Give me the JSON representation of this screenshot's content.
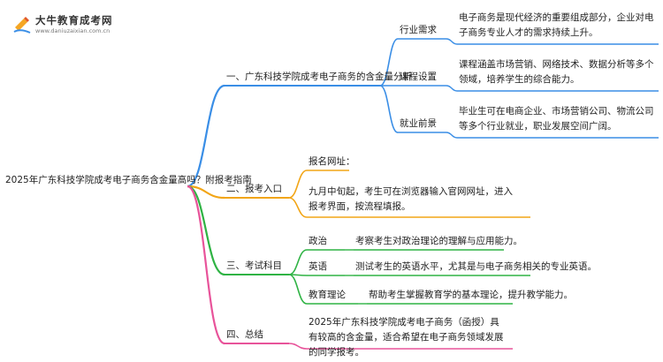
{
  "logo": {
    "name": "大牛教育成考网",
    "url": "www.daniuzaixian.com.cn"
  },
  "root": "2025年广东科技学院成考电子商务含金量高吗？附报考指南",
  "branches": [
    {
      "label": "一、广东科技学院成考电子商务的含金量分析",
      "color": "#3a8ee6",
      "children": [
        {
          "label": "行业需求",
          "desc": "电子商务是现代经济的重要组成部分，企业对电子商务专业人才的需求持续上升。"
        },
        {
          "label": "课程设置",
          "desc": "课程涵盖市场营销、网络技术、数据分析等多个领域，培养学生的综合能力。"
        },
        {
          "label": "就业前景",
          "desc": "毕业生可在电商企业、市场营销公司、物流公司等多个行业就业，职业发展空间广阔。"
        }
      ]
    },
    {
      "label": "二、报考入口",
      "color": "#f2a516",
      "children": [
        {
          "label": "报名网址："
        },
        {
          "label": "九月中旬起，考生可在浏览器输入官网网址，进入报考界面，按流程填报。"
        }
      ]
    },
    {
      "label": "三、考试科目",
      "color": "#2fb344",
      "children": [
        {
          "label": "政治",
          "desc": "考察考生对政治理论的理解与应用能力。"
        },
        {
          "label": "英语",
          "desc": "测试考生的英语水平，尤其是与电子商务相关的专业英语。"
        },
        {
          "label": "教育理论",
          "desc": "帮助考生掌握教育学的基本理论，提升教学能力。"
        }
      ]
    },
    {
      "label": "四、总结",
      "color": "#e8539a",
      "children": [
        {
          "label": "2025年广东科技学院成考电子商务（函授）具有较高的含金量，适合希望在电子商务领域发展的同学报考。"
        }
      ]
    }
  ]
}
